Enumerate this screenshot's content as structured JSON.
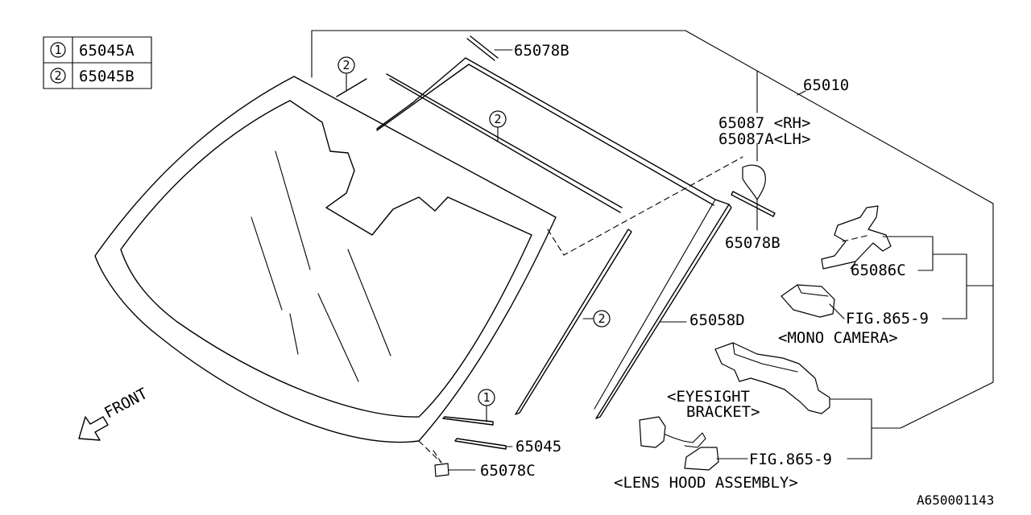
{
  "legend": {
    "rows": [
      {
        "marker": "1",
        "part_no": "65045A"
      },
      {
        "marker": "2",
        "part_no": "65045B"
      }
    ]
  },
  "callouts": {
    "c_65078B_top": "65078B",
    "c_65010": "65010",
    "c_65087_rh": "65087 <RH>",
    "c_65087A_lh": "65087A<LH>",
    "c_65078B_right": "65078B",
    "c_65086C": "65086C",
    "c_fig_mono": "FIG.865-9",
    "c_mono_camera": "<MONO CAMERA>",
    "c_65058D": "65058D",
    "c_eyesight_1": "<EYESIGHT",
    "c_eyesight_2": "BRACKET>",
    "c_fig_lens": "FIG.865-9",
    "c_lens_hood": "<LENS HOOD ASSEMBLY>",
    "c_65045": "65045",
    "c_65078C": "65078C",
    "c_front": "FRONT"
  },
  "markers": {
    "m1": "2",
    "m2": "2",
    "m3": "2",
    "m4": "1"
  },
  "reference_code": "A650001143"
}
